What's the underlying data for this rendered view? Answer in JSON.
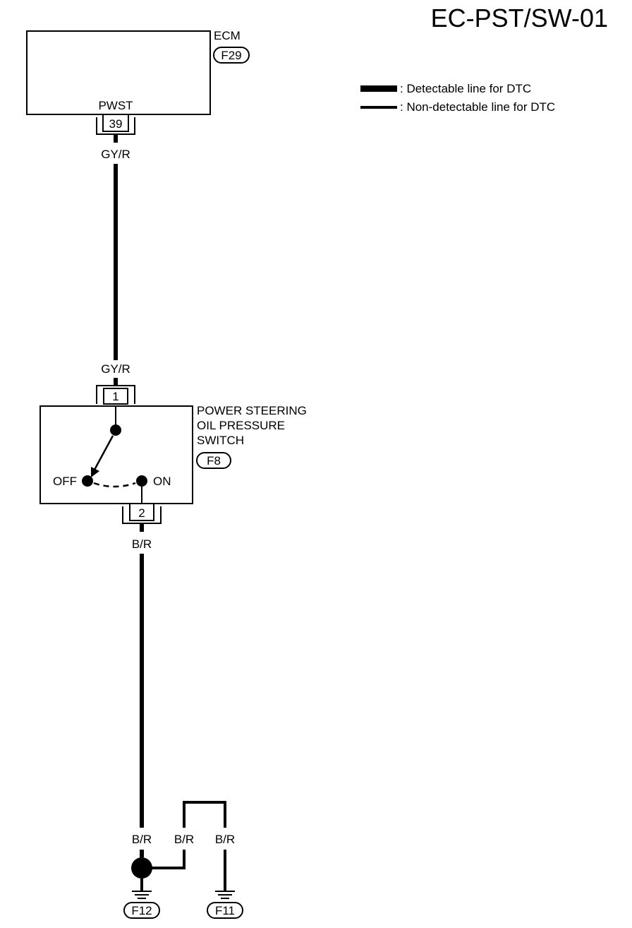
{
  "title": "EC-PST/SW-01",
  "legend": {
    "detectable": ": Detectable line for DTC",
    "non_detectable": ": Non-detectable line for DTC"
  },
  "ecm": {
    "name": "ECM",
    "connector": "F29",
    "terminal_label": "PWST",
    "terminal": "39"
  },
  "wires": {
    "ecm_to_switch_top": "GY/R",
    "ecm_to_switch_bottom": "GY/R",
    "switch_out": "B/R",
    "ground_left": "B/R",
    "ground_mid": "B/R",
    "ground_right": "B/R"
  },
  "switch": {
    "name_line1": "POWER STEERING",
    "name_line2": "OIL PRESSURE",
    "name_line3": "SWITCH",
    "connector": "F8",
    "terminal_in": "1",
    "terminal_out": "2",
    "off_label": "OFF",
    "on_label": "ON"
  },
  "grounds": {
    "left": "F12",
    "right": "F11"
  }
}
